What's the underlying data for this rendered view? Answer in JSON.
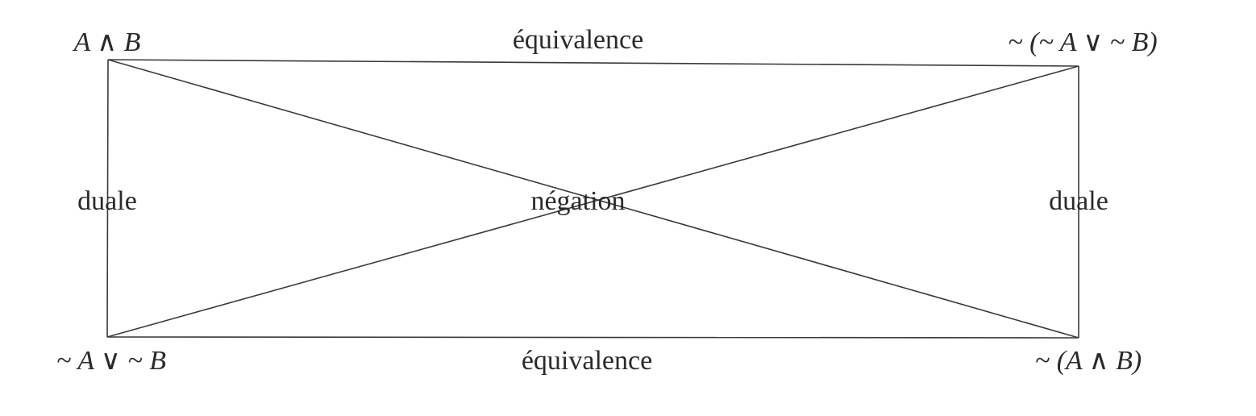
{
  "corners": {
    "top_left": "A ∧ B",
    "top_right": "~ (~ A ∨ ~ B)",
    "bottom_left": "~ A ∨ ~ B",
    "bottom_right": "~ (A ∧ B)"
  },
  "edges": {
    "top": "équivalence",
    "bottom": "équivalence",
    "left": "duale",
    "right": "duale",
    "center": "négation"
  },
  "colors": {
    "ink": "#2a2a2a",
    "background": "#ffffff"
  }
}
